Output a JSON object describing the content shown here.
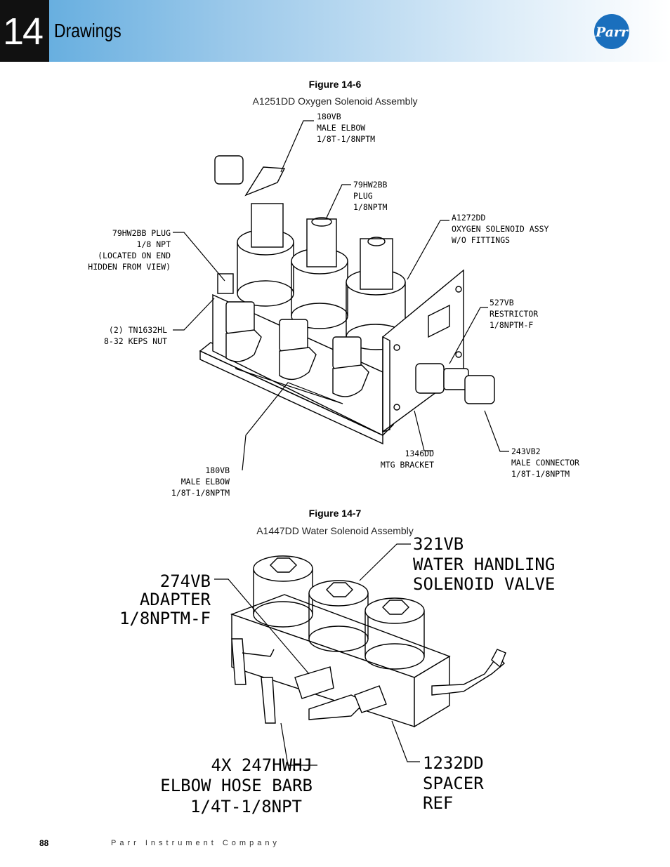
{
  "header": {
    "chapter_number": "14",
    "chapter_title": "Drawings",
    "logo_text": "Parr"
  },
  "figure_1": {
    "label": "Figure 14-6",
    "caption": "A1251DD Oxygen Solenoid Assembly",
    "callouts": [
      [
        "180VB",
        "MALE ELBOW",
        "1/8T-1/8NPTM"
      ],
      [
        "79HW2BB",
        "PLUG",
        "1/8NPTM"
      ],
      [
        "A1272DD",
        "OXYGEN SOLENOID ASSY",
        "W/O FITTINGS"
      ],
      [
        "79HW2BB PLUG",
        "1/8 NPT",
        "(LOCATED ON END",
        "HIDDEN FROM VIEW)"
      ],
      [
        "527VB",
        "RESTRICTOR",
        "1/8NPTM-F"
      ],
      [
        "(2) TN1632HL",
        "8-32 KEPS NUT"
      ],
      [
        "243VB2",
        "MALE CONNECTOR",
        "1/8T-1/8NPTM"
      ],
      [
        "1346DD",
        "MTG BRACKET"
      ],
      [
        "180VB",
        "MALE ELBOW",
        "1/8T-1/8NPTM"
      ]
    ]
  },
  "figure_2": {
    "label": "Figure 14-7",
    "caption": "A1447DD Water Solenoid Assembly",
    "callouts": [
      [
        "321VB",
        "WATER HANDLING",
        "SOLENOID VALVE"
      ],
      [
        "274VB",
        "ADAPTER",
        "1/8NPTM-F"
      ],
      [
        "4X 247HWHJ",
        "ELBOW HOSE BARB",
        "1/4T-1/8NPT"
      ],
      [
        "1232DD",
        "SPACER",
        "REF"
      ]
    ]
  },
  "footer": {
    "page_number": "88",
    "company": "Parr Instrument Company"
  }
}
